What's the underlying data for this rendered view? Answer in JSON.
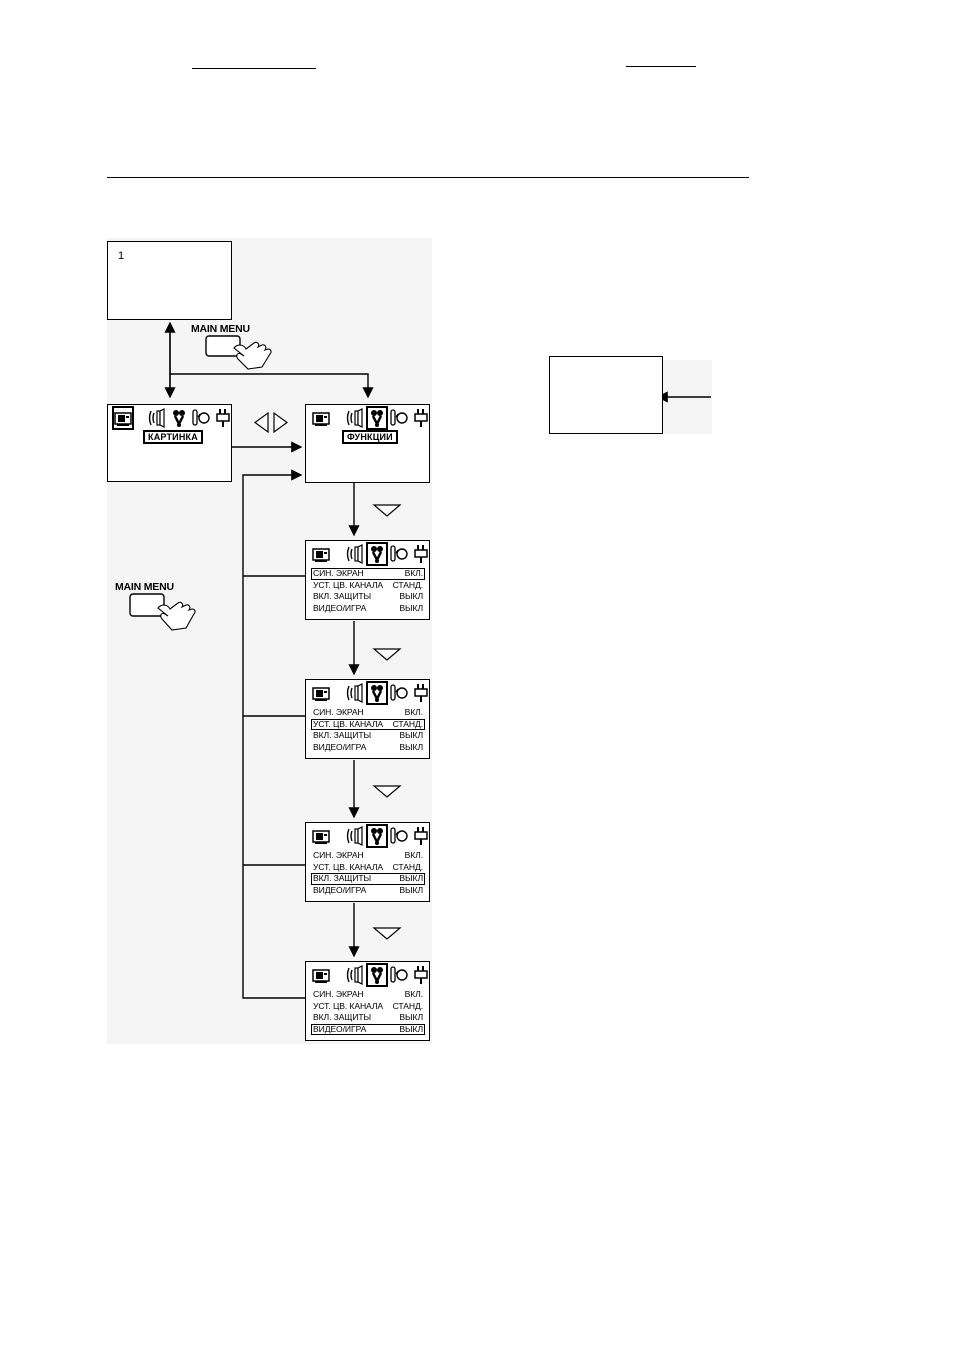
{
  "channel_screen": {
    "number": "1"
  },
  "main_menu_label_top": "MAIN MENU",
  "main_menu_label_left": "MAIN MENU",
  "picture_menu": {
    "title": "КАРТИНКА"
  },
  "functions_menu": {
    "title": "ФУНКЦИИ"
  },
  "icons": [
    "picture-icon",
    "sound-icon",
    "functions-icon",
    "install-icon",
    "plug-icon"
  ],
  "screens": [
    {
      "highlight": 0,
      "rows": [
        {
          "label": "СИН. ЭКРАН",
          "value": "ВКЛ."
        },
        {
          "label": "УСТ. ЦВ. КАНАЛА",
          "value": "СТАНД."
        },
        {
          "label": "ВКЛ. ЗАЩИТЫ",
          "value": "ВЫКЛ"
        },
        {
          "label": "ВИДЕО/ИГРА",
          "value": "ВЫКЛ"
        }
      ]
    },
    {
      "highlight": 1,
      "rows": [
        {
          "label": "СИН. ЭКРАН",
          "value": "ВКЛ."
        },
        {
          "label": "УСТ. ЦВ. КАНАЛА",
          "value": "СТАНД."
        },
        {
          "label": "ВКЛ. ЗАЩИТЫ",
          "value": "ВЫКЛ"
        },
        {
          "label": "ВИДЕО/ИГРА",
          "value": "ВЫКЛ"
        }
      ]
    },
    {
      "highlight": 2,
      "rows": [
        {
          "label": "СИН. ЭКРАН",
          "value": "ВКЛ."
        },
        {
          "label": "УСТ. ЦВ. КАНАЛА",
          "value": "СТАНД."
        },
        {
          "label": "ВКЛ. ЗАЩИТЫ",
          "value": "ВЫКЛ"
        },
        {
          "label": "ВИДЕО/ИГРА",
          "value": "ВЫКЛ"
        }
      ]
    },
    {
      "highlight": 3,
      "rows": [
        {
          "label": "СИН. ЭКРАН",
          "value": "ВКЛ."
        },
        {
          "label": "УСТ. ЦВ. КАНАЛА",
          "value": "СТАНД."
        },
        {
          "label": "ВКЛ. ЗАЩИТЫ",
          "value": "ВЫКЛ"
        },
        {
          "label": "ВИДЕО/ИГРА",
          "value": "ВЫКЛ"
        }
      ]
    }
  ]
}
